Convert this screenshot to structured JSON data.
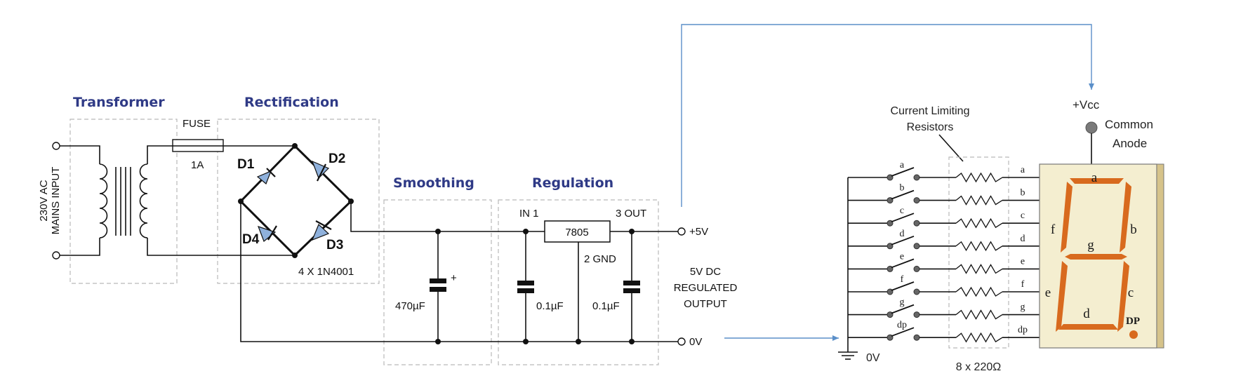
{
  "sections": {
    "transformer": "Transformer",
    "rectification": "Rectification",
    "smoothing": "Smoothing",
    "regulation": "Regulation"
  },
  "mains": {
    "line1": "230V AC",
    "line2": "MAINS INPUT"
  },
  "fuse": {
    "label": "FUSE",
    "rating": "1A"
  },
  "diodes": {
    "d1": "D1",
    "d2": "D2",
    "d3": "D3",
    "d4": "D4",
    "type": "4 X 1N4001"
  },
  "capacitors": {
    "smoothing": "470µF",
    "polarity": "+",
    "in_cap": "0.1µF",
    "out_cap": "0.1µF"
  },
  "regulator": {
    "part": "7805",
    "pin_in": "IN 1",
    "pin_out": "3 OUT",
    "pin_gnd": "2 GND"
  },
  "output": {
    "plus": "+5V",
    "zero": "0V",
    "line1": "5V DC",
    "line2": "REGULATED",
    "line3": "OUTPUT"
  },
  "display": {
    "resistors_label_1": "Current Limiting",
    "resistors_label_2": "Resistors",
    "vcc": "+Vcc",
    "common_1": "Common",
    "common_2": "Anode",
    "ground": "0V",
    "resistor_value": "8 x 220Ω",
    "switch_labels": [
      "a",
      "b",
      "c",
      "d",
      "e",
      "f",
      "g",
      "dp"
    ],
    "segment_labels": [
      "a",
      "b",
      "c",
      "d",
      "e",
      "f",
      "g",
      "DP"
    ]
  },
  "colors": {
    "heading": "#2f3a86",
    "segment": "#d86a1e",
    "display_body": "#f4eed0",
    "link": "#5b8fc9"
  }
}
